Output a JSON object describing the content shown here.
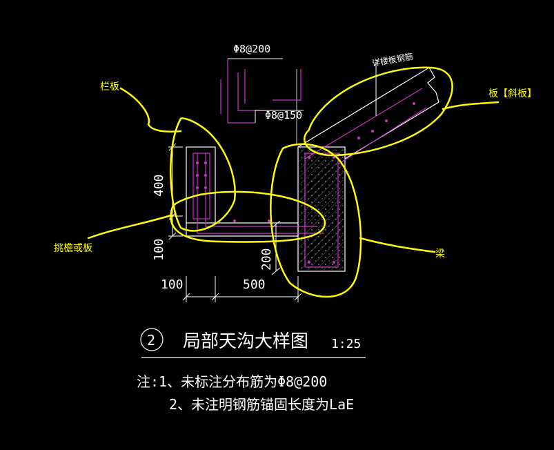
{
  "drawing": {
    "rebar_top_label": "Φ8@200",
    "rebar_mid_label": "Φ8@150",
    "slab_rebar_label": "详楼板钢筋",
    "dim_400": "400",
    "dim_100_left": "100",
    "dim_200": "200",
    "dim_100_bottom": "100",
    "dim_500": "500",
    "title_number": "2",
    "title": "局部天沟大样图",
    "scale": "1:25",
    "note_line1": "注:1、未标注分布筋为Φ8@200",
    "note_line2": "2、未注明钢筋锚固长度为LaE"
  },
  "annotations": {
    "railing": "栏板",
    "slab_inclined": "板【斜板】",
    "overhang": "挑檐或板",
    "beam": "梁"
  },
  "colors": {
    "background": "#000000",
    "lines": "#ffffff",
    "rebar": "#cc33cc",
    "markup": "#ffff00"
  }
}
